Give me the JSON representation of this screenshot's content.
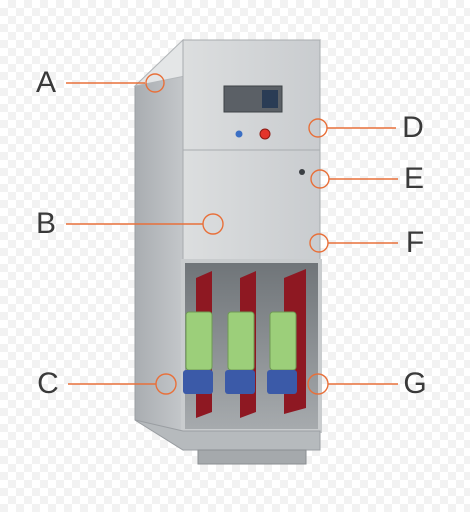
{
  "labels": {
    "A": "A",
    "B": "B",
    "C": "C",
    "D": "D",
    "E": "E",
    "F": "F",
    "G": "G"
  },
  "colors": {
    "callout": "#e8703a",
    "label_text": "#3a3a3a",
    "cabinet_body": "#cfd2d4",
    "cabinet_side": "#b9bdc0",
    "partition_red": "#8e1822",
    "breaker_green": "#9ccf7a",
    "breaker_blue": "#3b5aa8"
  },
  "icons": {
    "estop": "red-emergency-stop-button",
    "indicator": "blue-indicator-lamp",
    "hmi": "hmi-display-screen",
    "lock": "door-lock-knob"
  }
}
